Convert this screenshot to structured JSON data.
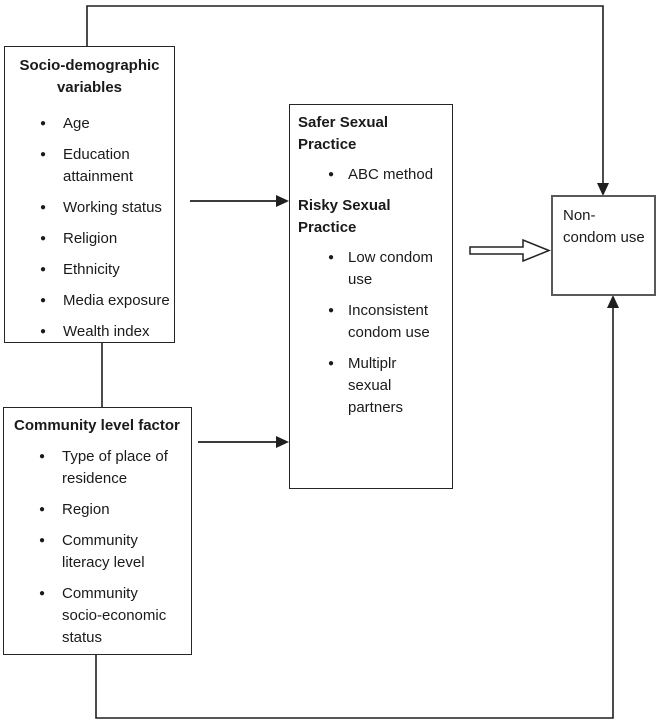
{
  "figure": {
    "socio_box": {
      "title": "Socio-demographic variables",
      "items": [
        "Age",
        "Education attainment",
        "Working status",
        "Religion",
        "Ethnicity",
        "Media exposure",
        "Wealth index"
      ]
    },
    "practice_box": {
      "sections": [
        {
          "title": "Safer Sexual Practice",
          "items": [
            "ABC method"
          ]
        },
        {
          "title": "Risky Sexual Practice",
          "items": [
            "Low condom use",
            "Inconsistent condom use",
            "Multiplr sexual partners"
          ]
        }
      ]
    },
    "community_box": {
      "title": "Community level factor",
      "items": [
        "Type of place of residence",
        "Region",
        "Community literacy level",
        "Community socio-economic status"
      ]
    },
    "outcome_box": {
      "title": "Non-condom use"
    },
    "bullet_glyph": "●",
    "colors": {
      "line": "#1f1f1f",
      "box_border": "#262626",
      "outcome_border": "#595959",
      "arrow_fill": "#ffffff",
      "text": "#1a1a1a",
      "background": "#ffffff"
    }
  }
}
